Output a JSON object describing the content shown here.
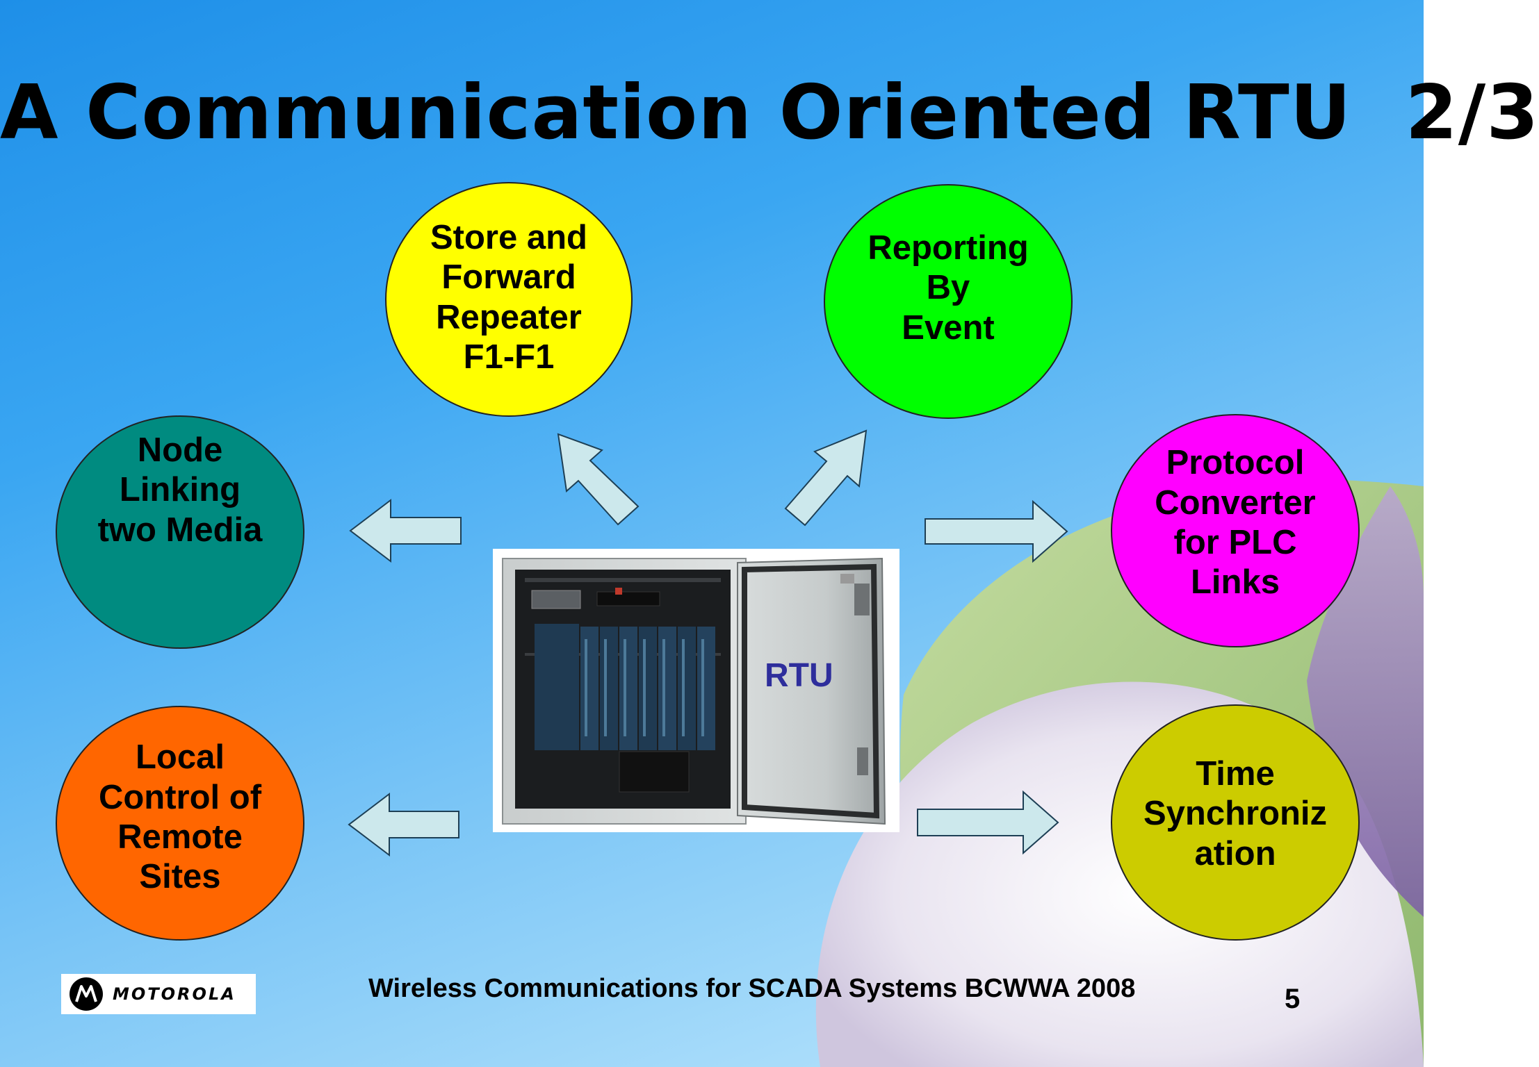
{
  "slide": {
    "title": "A Communication Oriented RTU  2/3",
    "center_label": "RTU",
    "footer": "Wireless Communications for SCADA Systems BCWWA 2008",
    "page_number": "5",
    "logo_text": "MOTOROLA"
  },
  "nodes": [
    {
      "id": "store-forward",
      "label": "Store and\nForward\nRepeater\nF1-F1",
      "color": "#ffff00"
    },
    {
      "id": "reporting-event",
      "label": "Reporting\nBy\nEvent",
      "color": "#00ff00"
    },
    {
      "id": "node-linking",
      "label": "Node\nLinking\ntwo  Media",
      "color": "#008b80"
    },
    {
      "id": "protocol-converter",
      "label": "Protocol\nConverter\nfor PLC\nLinks",
      "color": "#ff00ff"
    },
    {
      "id": "local-control",
      "label": "Local\nControl of\nRemote\nSites",
      "color": "#ff6600"
    },
    {
      "id": "time-sync",
      "label": "Time\nSynchroniz\nation",
      "color": "#cccc00"
    }
  ],
  "colors": {
    "arrow_fill": "#cce8ec",
    "arrow_stroke": "#1d3f55",
    "rtu_label": "#2e2e9c"
  }
}
